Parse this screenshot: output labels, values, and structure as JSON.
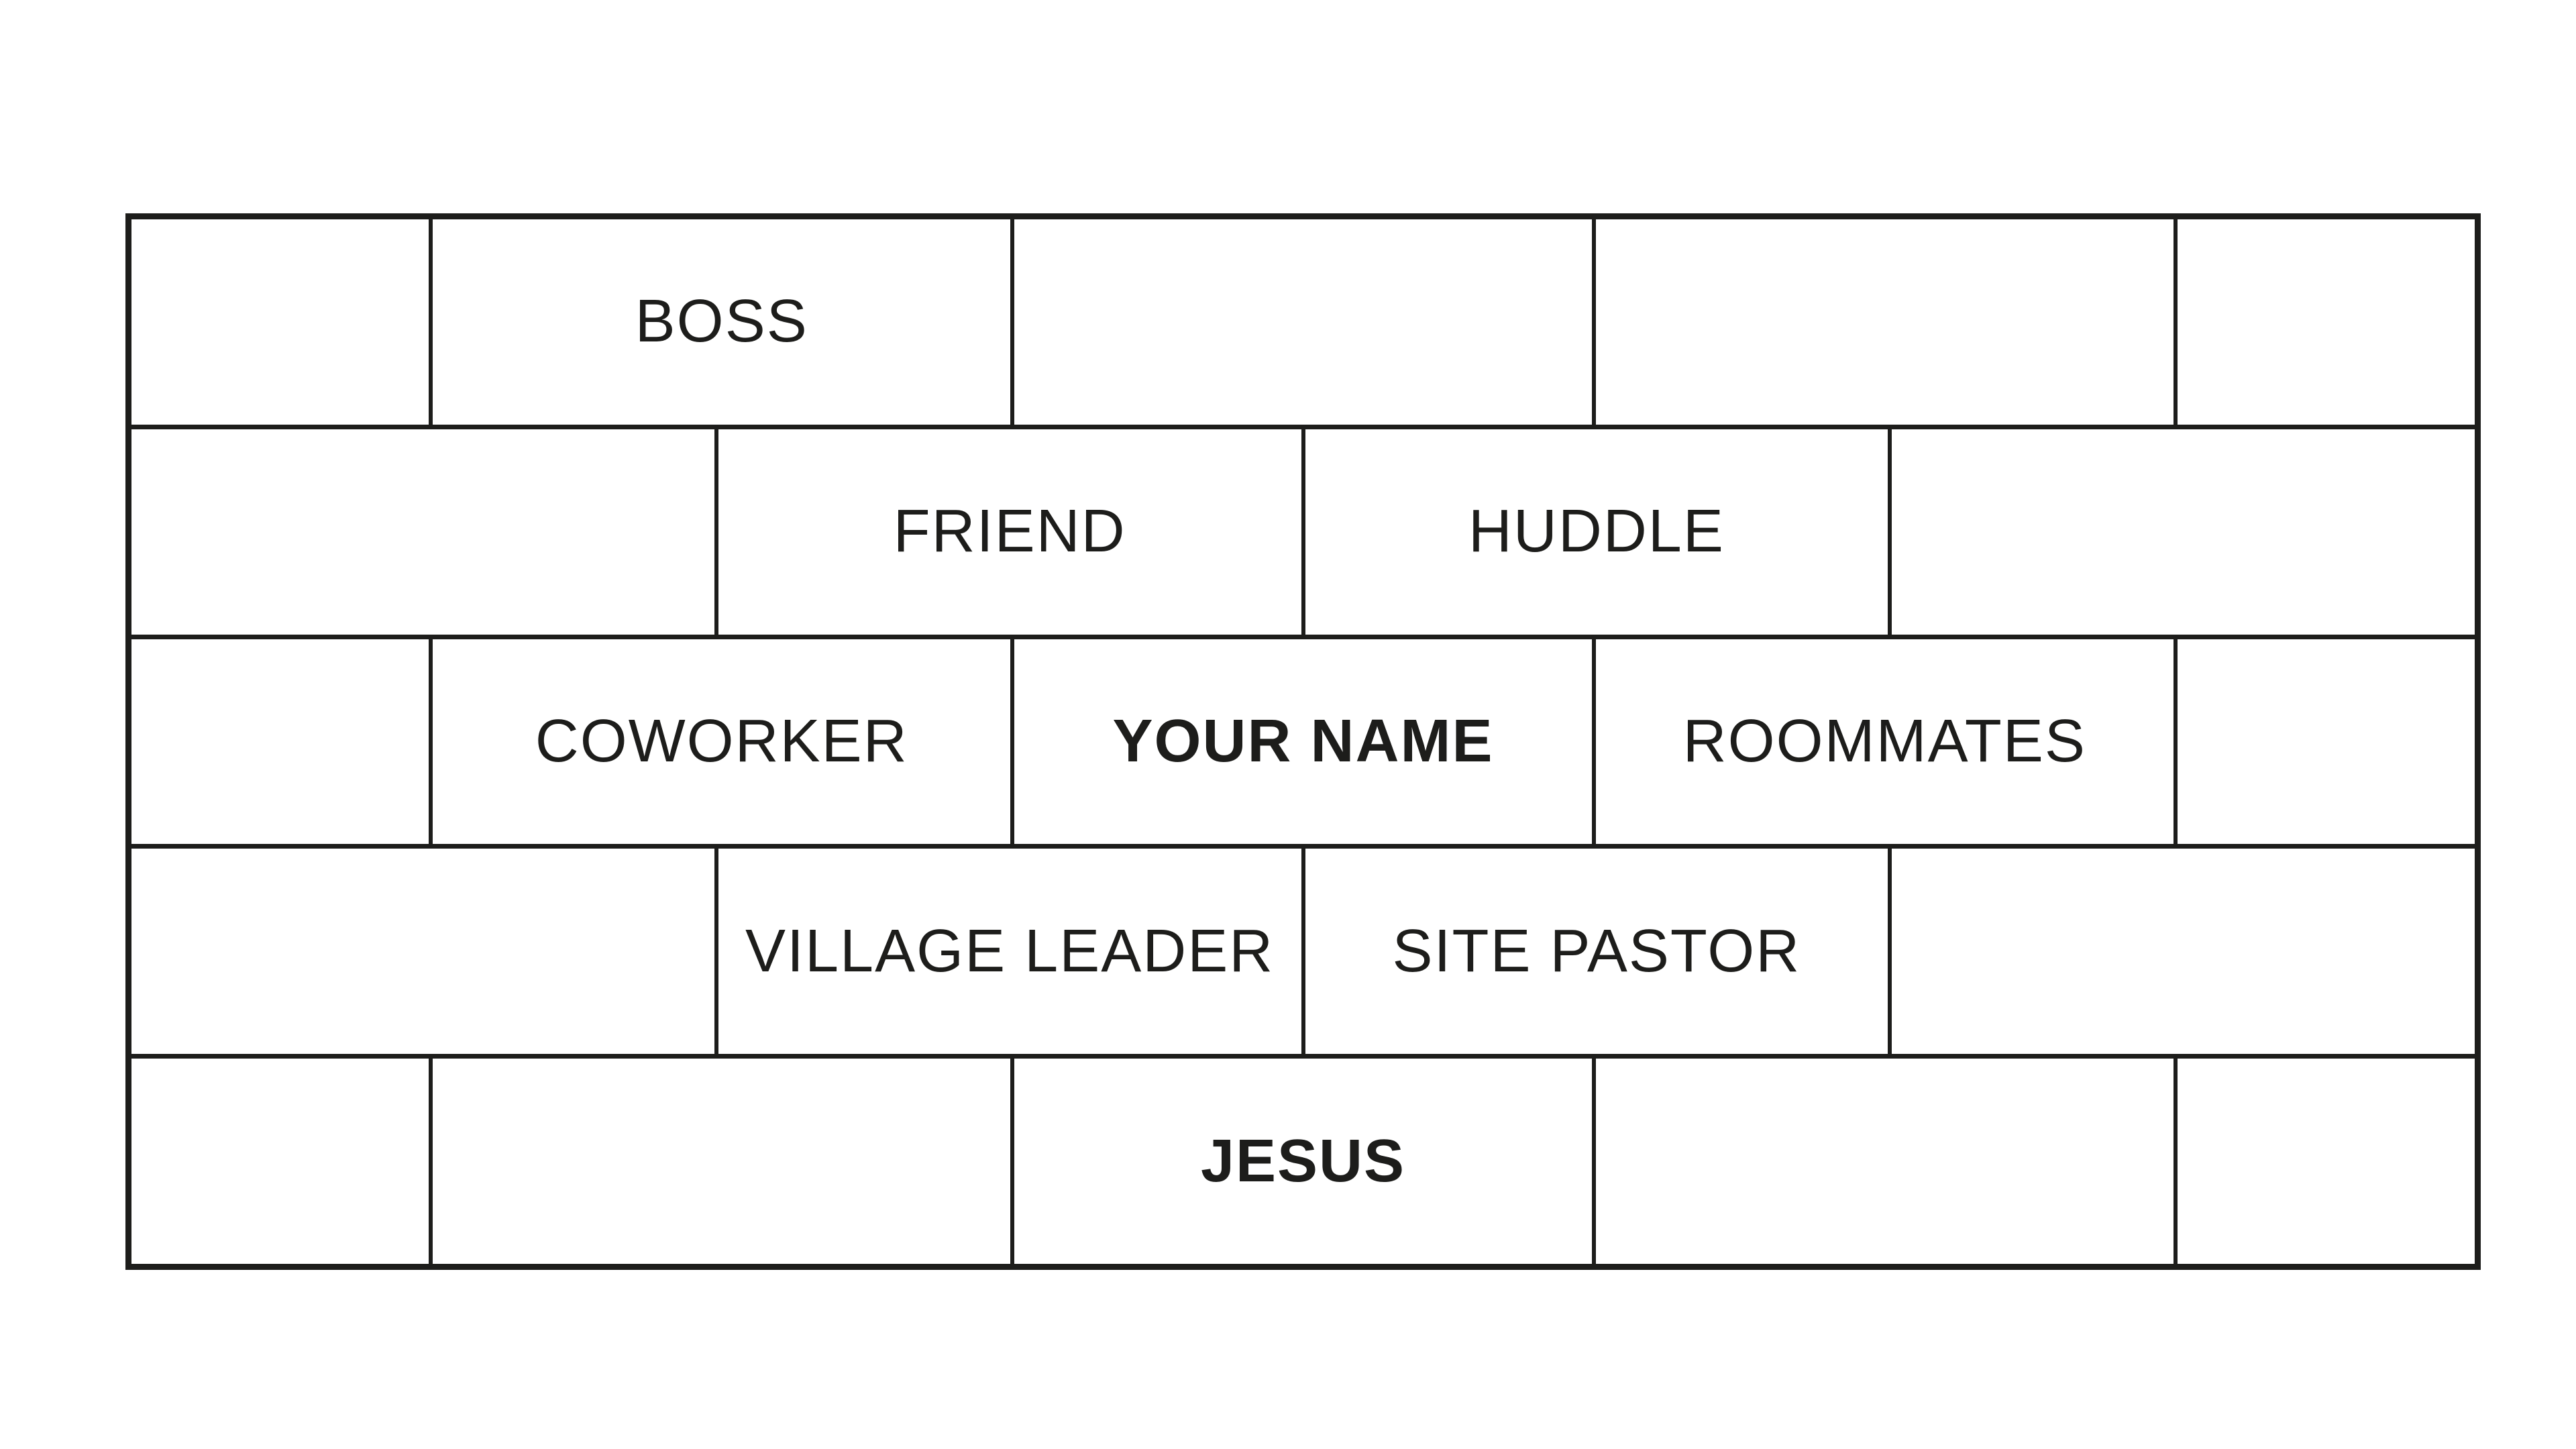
{
  "page": {
    "background_color": "#ffffff",
    "line_color": "#1d1d1b",
    "text_color": "#1d1d1b"
  },
  "wall": {
    "description": "brick-wall relationship diagram, 5 courses in running bond",
    "rows": [
      {
        "cells": [
          {
            "label": ""
          },
          {
            "label": "BOSS"
          },
          {
            "label": ""
          },
          {
            "label": ""
          },
          {
            "label": ""
          }
        ]
      },
      {
        "cells": [
          {
            "label": ""
          },
          {
            "label": "FRIEND"
          },
          {
            "label": "HUDDLE"
          },
          {
            "label": ""
          }
        ]
      },
      {
        "cells": [
          {
            "label": ""
          },
          {
            "label": "COWORKER"
          },
          {
            "label": "YOUR NAME",
            "emphasis": true
          },
          {
            "label": "ROOMMATES"
          },
          {
            "label": ""
          }
        ]
      },
      {
        "cells": [
          {
            "label": ""
          },
          {
            "label": "VILLAGE LEADER"
          },
          {
            "label": "SITE PASTOR"
          },
          {
            "label": ""
          }
        ]
      },
      {
        "cells": [
          {
            "label": ""
          },
          {
            "label": ""
          },
          {
            "label": "JESUS",
            "emphasis": true
          },
          {
            "label": ""
          },
          {
            "label": ""
          }
        ]
      }
    ]
  }
}
